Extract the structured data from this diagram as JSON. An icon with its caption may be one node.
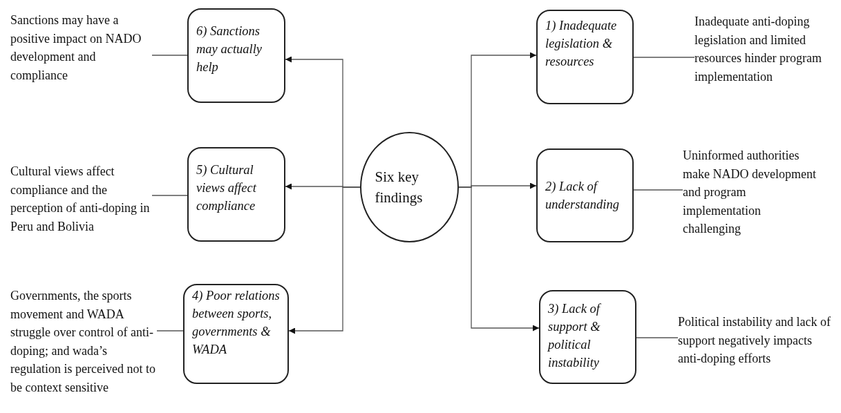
{
  "diagram": {
    "nodes": [
      {
        "text": [
          "Six key findings"
        ]
      },
      {
        "text": [
          "1) Inadequate legislation & resources"
        ]
      },
      {
        "text": [
          "2) Lack of understanding"
        ]
      },
      {
        "text": [
          "3) Lack of support & political instability"
        ]
      },
      {
        "text": [
          "4) Poor relations between sports, governments & WADA"
        ]
      },
      {
        "text": [
          "5) Cultural views affect compliance"
        ]
      },
      {
        "text": [
          "6) Sanctions may actually help"
        ]
      },
      {
        "text": [
          "Inadequate anti-doping legislation and limited resources hinder program implementation"
        ]
      },
      {
        "text": [
          "Uninformed authorities make NADO development and program implementation challenging"
        ]
      },
      {
        "text": [
          "Political instability and lack of support negatively impacts anti-doping efforts"
        ]
      },
      {
        "text": [
          "Governments, the sports movement and WADA struggle over control of anti-doping; and wada’s regulation is perceived not to be context sensitive"
        ]
      },
      {
        "text": [
          "Cultural views affect compliance and the perception of anti-doping in Peru and Bolivia"
        ]
      },
      {
        "text": [
          "Sanctions may have a positive impact on NADO development and compliance"
        ]
      }
    ],
    "edges": [
      {
        "from": 0,
        "to": 1,
        "arrow": "to"
      },
      {
        "from": 0,
        "to": 2,
        "arrow": "to"
      },
      {
        "from": 0,
        "to": 3,
        "arrow": "to"
      },
      {
        "from": 0,
        "to": 4,
        "arrow": "to"
      },
      {
        "from": 0,
        "to": 5,
        "arrow": "to"
      },
      {
        "from": 0,
        "to": 6,
        "arrow": "to"
      },
      {
        "from": 1,
        "to": 7,
        "arrow": "none"
      },
      {
        "from": 2,
        "to": 8,
        "arrow": "none"
      },
      {
        "from": 3,
        "to": 9,
        "arrow": "none"
      },
      {
        "from": 4,
        "to": 10,
        "arrow": "none"
      },
      {
        "from": 5,
        "to": 11,
        "arrow": "none"
      },
      {
        "from": 6,
        "to": 12,
        "arrow": "none"
      }
    ]
  }
}
